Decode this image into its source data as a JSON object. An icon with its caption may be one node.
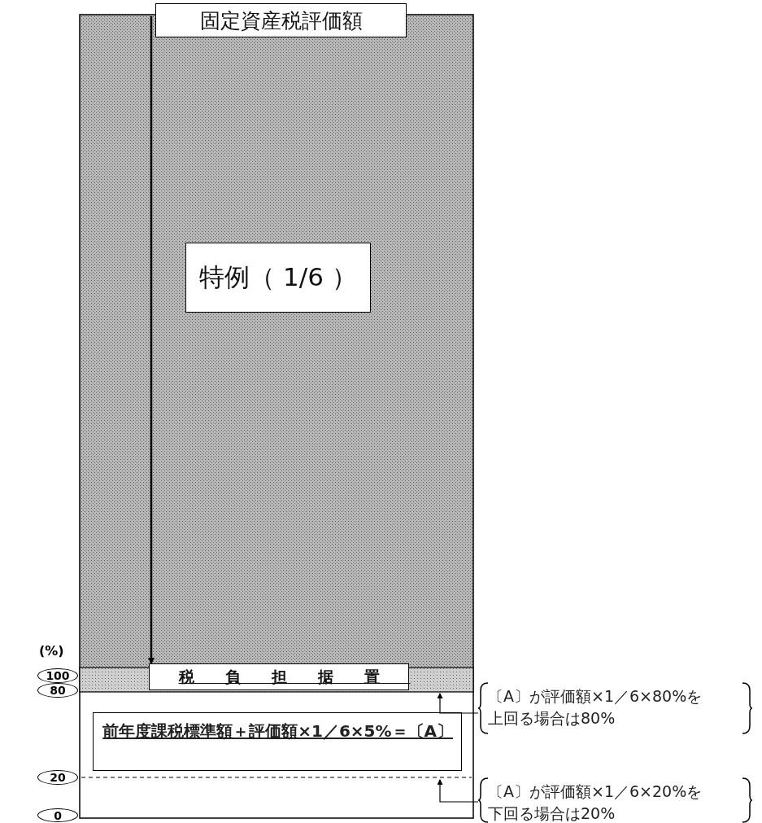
{
  "diagram": {
    "nodes": [
      {
        "text": [
          "固定資産税評価額"
        ]
      },
      {
        "text": [
          "特例（ 1/6 ）"
        ]
      },
      {
        "text": [
          "税負担据置"
        ]
      },
      {
        "text": [
          "前年度課税標準額＋評価額×1／6×5%＝〔A〕"
        ]
      },
      {
        "text": [
          "〔A〕が評価額×1／6×80%を上回る場合は80%"
        ]
      },
      {
        "text": [
          "〔A〕が評価額×1／6×20%を下回る場合は20%"
        ]
      },
      {
        "text": [
          "100"
        ]
      },
      {
        "text": [
          "80"
        ]
      },
      {
        "text": [
          "20"
        ]
      },
      {
        "text": [
          "0"
        ]
      },
      {
        "text": [],
        "shape": "bar"
      },
      {
        "text": [],
        "shape": "line"
      }
    ],
    "edges": [
      {
        "from": 0,
        "to": 2,
        "arrow": "to"
      },
      {
        "from": 4,
        "to": 10,
        "arrow": "to"
      },
      {
        "from": 5,
        "to": 11,
        "arrow": "to"
      }
    ],
    "labels": [
      "(%)"
    ]
  }
}
